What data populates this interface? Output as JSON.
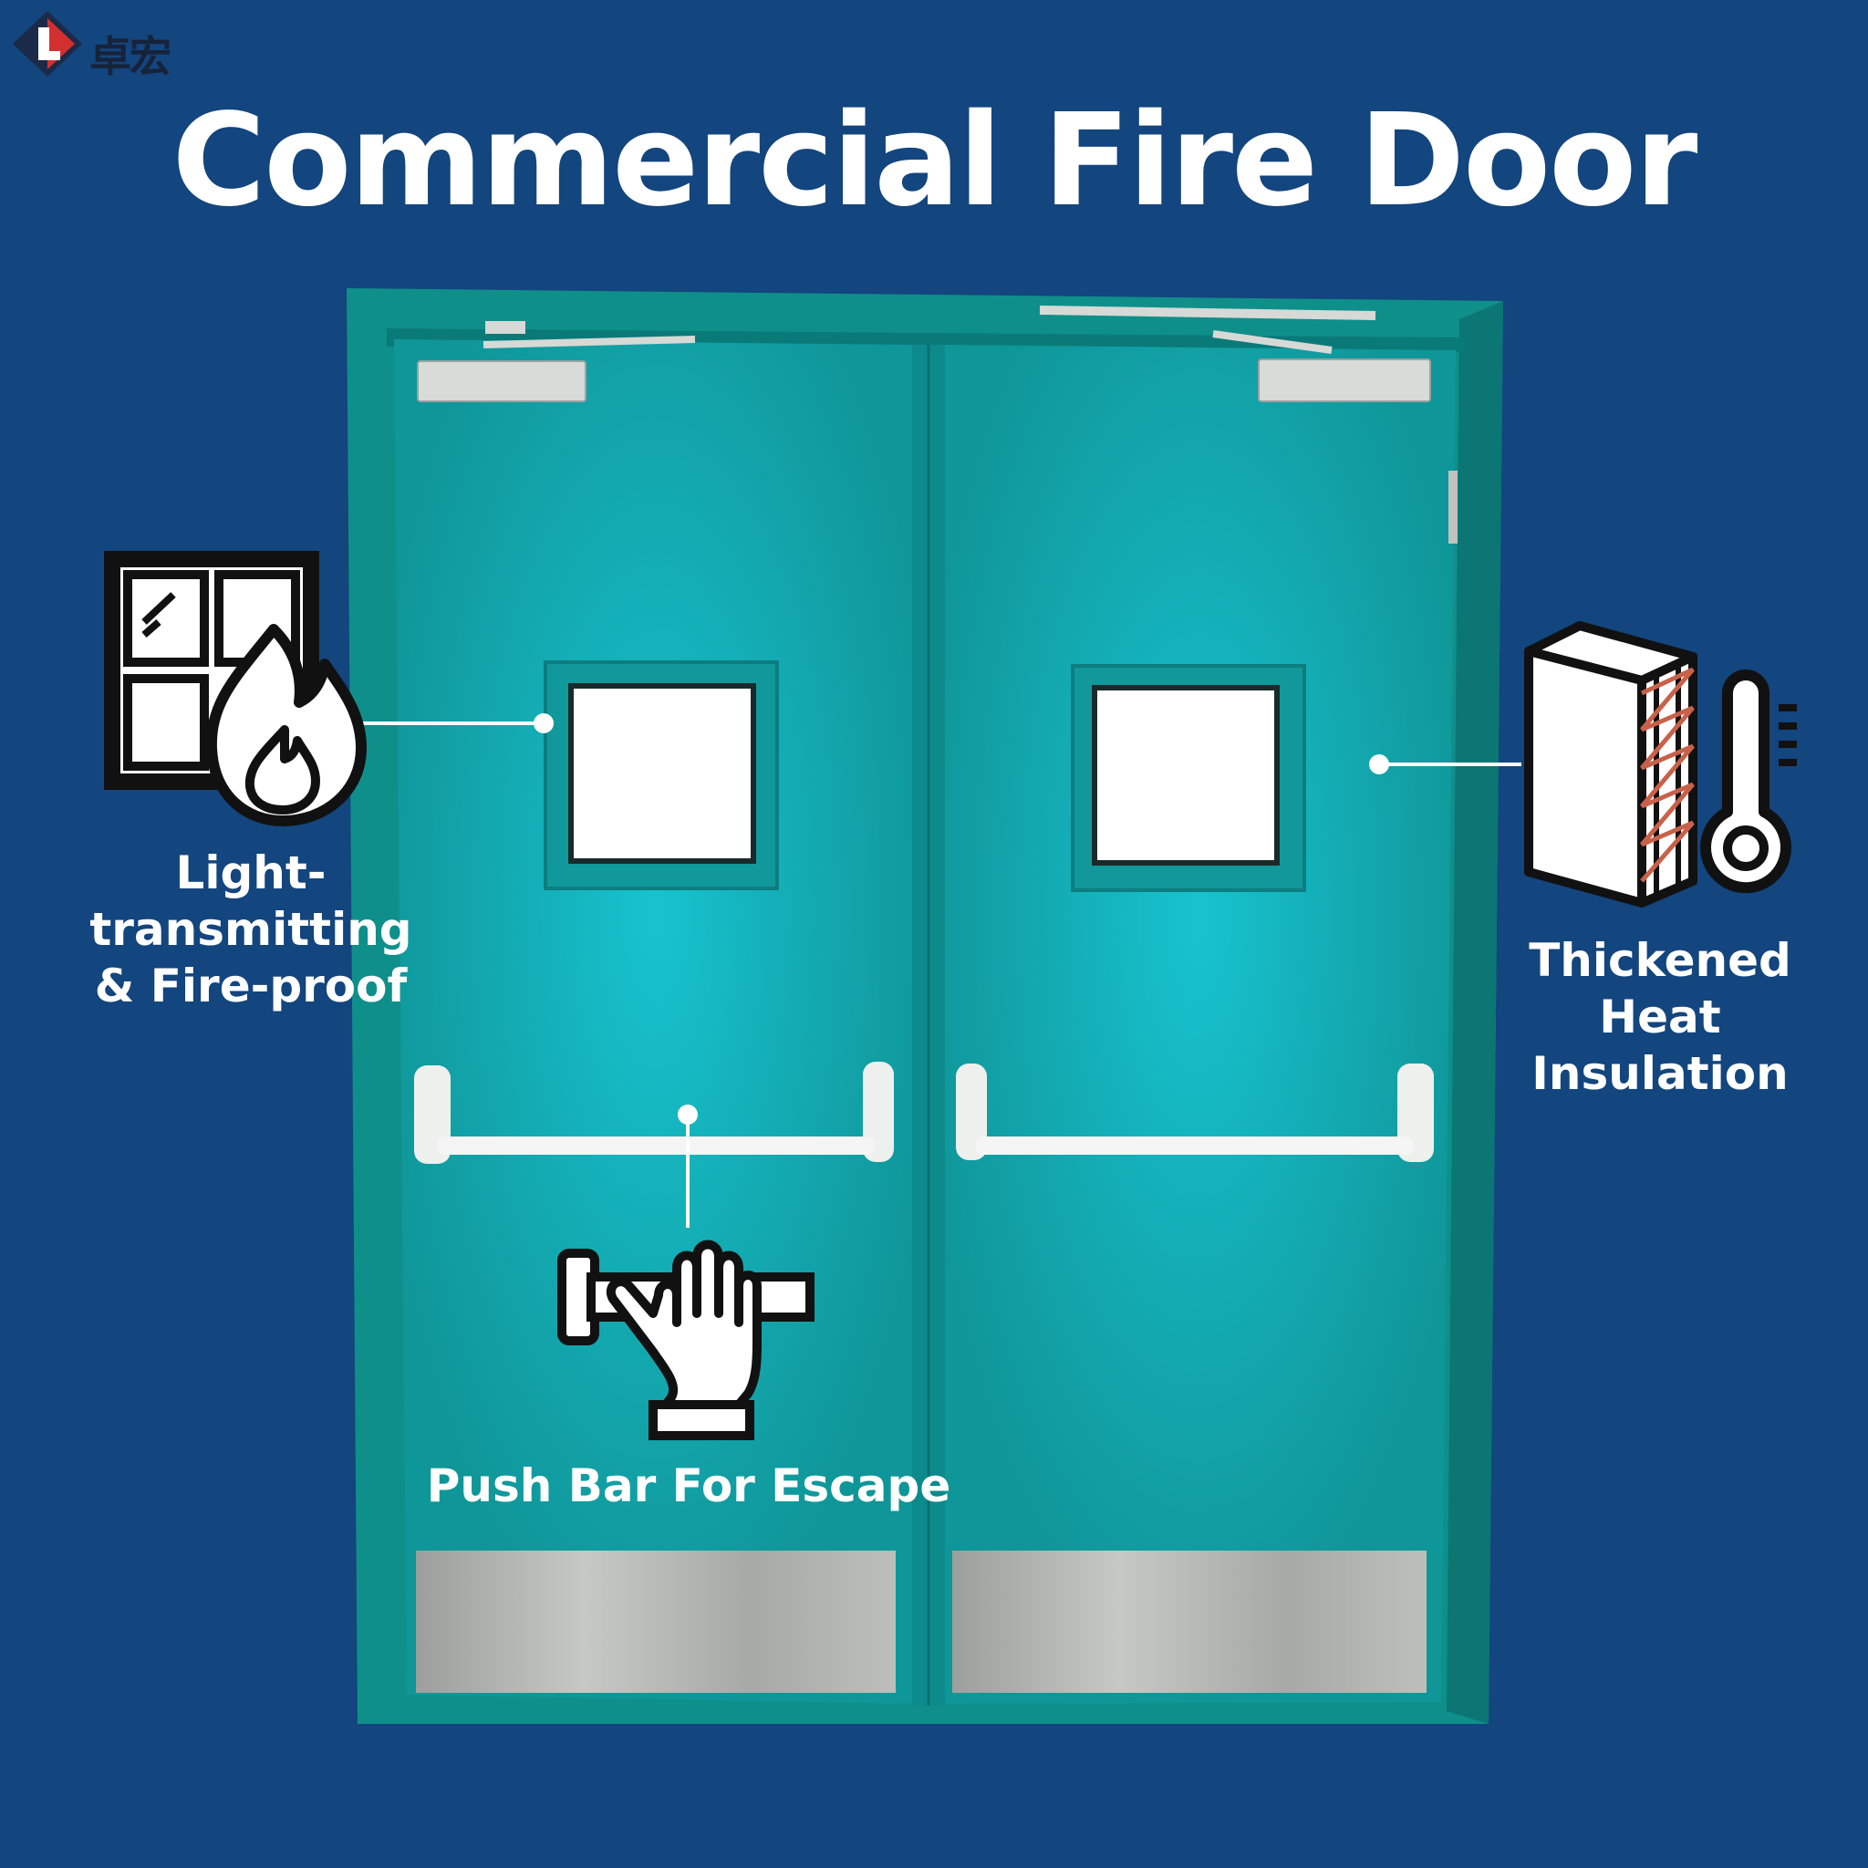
{
  "brand": {
    "name": "卓宏",
    "colors": {
      "logo_red": "#d32f2f",
      "logo_navy": "#1b2a48"
    }
  },
  "title": "Commercial Fire Door",
  "colors": {
    "background": "#13457e",
    "door": "#14a5ad",
    "frame": "#0f8d88",
    "white": "#ffffff"
  },
  "features": [
    {
      "id": "light",
      "label_line1": "Light-transmitting",
      "label_line2": "& Fire-proof",
      "icon": "window-fire-icon"
    },
    {
      "id": "heat",
      "label_line1": "Thickened",
      "label_line2": "Heat Insulation",
      "icon": "insulation-thermometer-icon"
    },
    {
      "id": "push",
      "label": "Push Bar For Escape",
      "icon": "hand-push-bar-icon"
    }
  ]
}
